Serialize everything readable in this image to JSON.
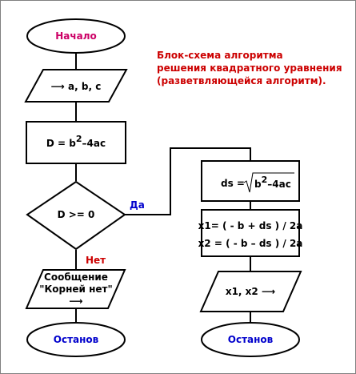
{
  "title": {
    "lines": [
      "Блок-схема алгоритма",
      "решения квадратного уравнения",
      "(разветвляющейся алгоритм)."
    ]
  },
  "colors": {
    "terminal_text": "#cc0066",
    "stop_text": "#0000cc",
    "title_text": "#cc0000",
    "yes_label": "#0000cc",
    "no_label": "#cc0000",
    "stroke": "#000000"
  },
  "blocks": {
    "start": "Начало",
    "input": "⟶ a, b, c",
    "discriminant_base": "D = b",
    "discriminant_exp": "2",
    "discriminant_rest": "–4ac",
    "condition": "D >= 0",
    "yes": "Да",
    "no": "Нет",
    "ds_prefix": "ds =",
    "ds_base": "b",
    "ds_exp": "2",
    "ds_rest": "–4ac",
    "x1": "x1= ( - b + ds ) / 2a",
    "x2": "x2 = ( - b – ds ) / 2a",
    "output_roots": "x1, x2 ⟶",
    "message_line1": "Сообщение",
    "message_line2": "\"Корней нет\"",
    "message_arrow": "⟶",
    "stop_left": "Останов",
    "stop_right": "Останов"
  }
}
